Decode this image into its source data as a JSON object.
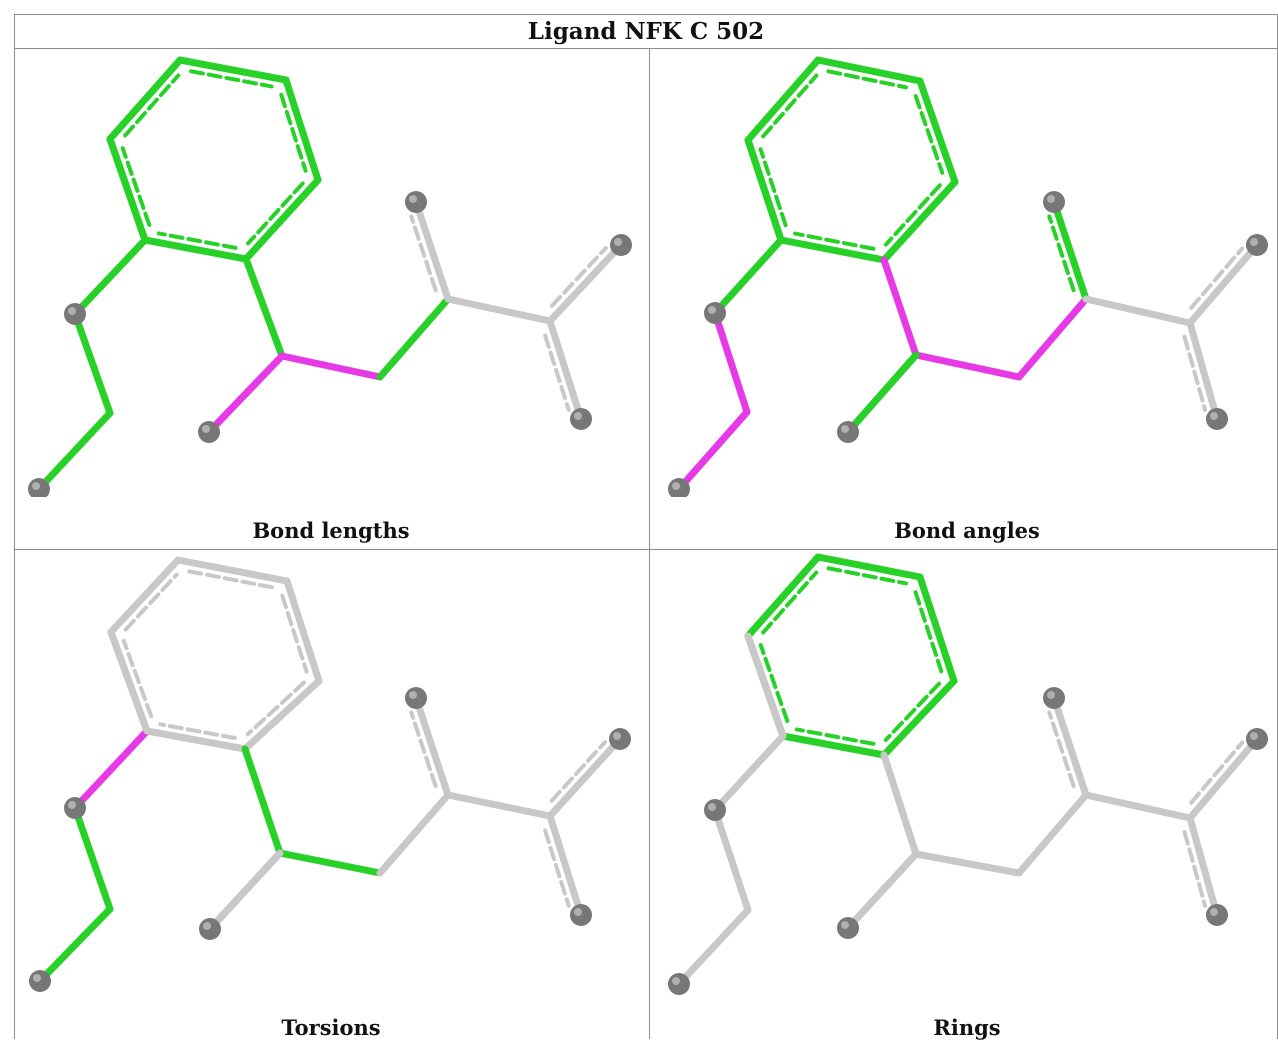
{
  "title": "Ligand NFK C 502",
  "colors": {
    "green": "#28d128",
    "magenta": "#e63ae6",
    "grey": "#c8c8c8",
    "atom": "#777777"
  },
  "panels": [
    {
      "caption": "Bond lengths",
      "bonds": [
        "green",
        "green",
        "green",
        "green",
        "green",
        "green",
        "green",
        "green",
        "green",
        "green",
        "magenta",
        "magenta",
        "green",
        "grey",
        "grey",
        "grey",
        "grey",
        "magenta",
        "green"
      ]
    },
    {
      "caption": "Bond angles",
      "bonds": [
        "green",
        "green",
        "green",
        "green",
        "green",
        "green",
        "green",
        "magenta",
        "magenta",
        "magenta",
        "green",
        "magenta",
        "magenta",
        "green",
        "grey",
        "grey",
        "grey",
        "green",
        "green"
      ]
    },
    {
      "caption": "Torsions",
      "bonds": [
        "grey",
        "grey",
        "grey",
        "grey",
        "grey",
        "grey",
        "magenta",
        "green",
        "green",
        "green",
        "magenta",
        "green",
        "grey",
        "grey",
        "grey",
        "grey",
        "grey",
        "grey",
        "grey"
      ]
    },
    {
      "caption": "Rings",
      "bonds": [
        "green",
        "green",
        "green",
        "green",
        "green",
        "green",
        "grey",
        "grey",
        "grey",
        "grey",
        "grey",
        "grey",
        "grey",
        "grey",
        "grey",
        "grey",
        "grey",
        "grey",
        "grey"
      ]
    }
  ]
}
